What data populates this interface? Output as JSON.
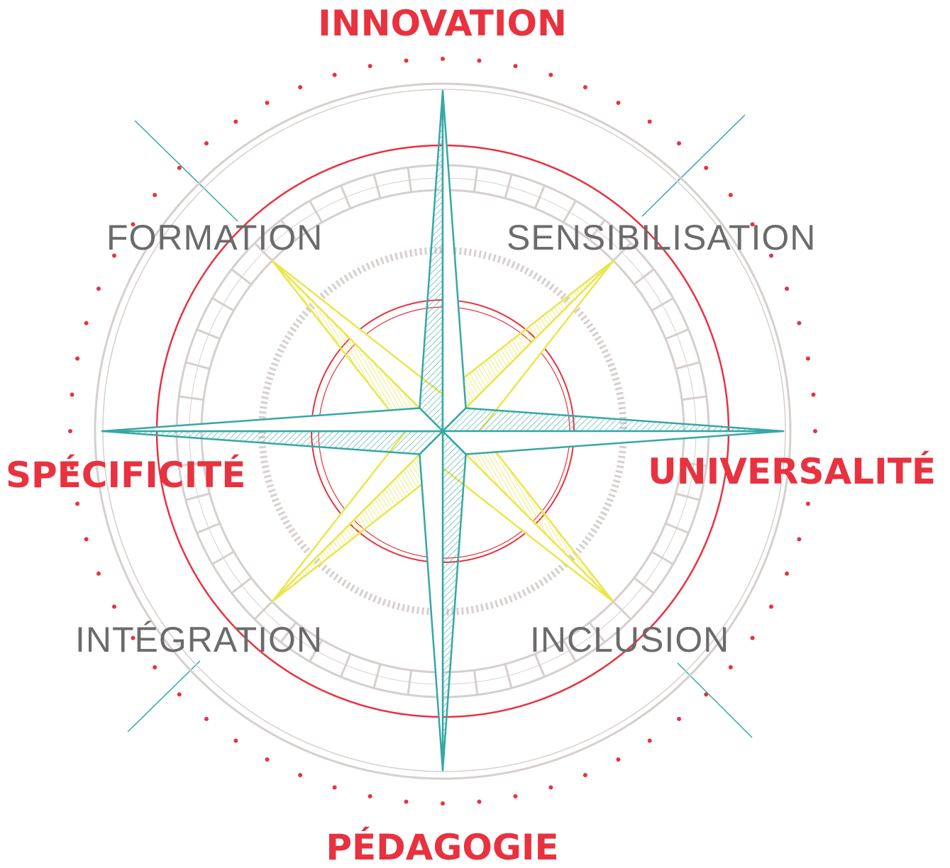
{
  "colors": {
    "red": "#e8323f",
    "teal": "#35a8a5",
    "yellow": "#e9e64c",
    "gray_ring": "#d6cfcd",
    "gray_text": "#6b6b6b"
  },
  "cardinals": {
    "north": "INNOVATION",
    "south": "PÉDAGOGIE",
    "west": "SPÉCIFICITÉ",
    "east": "UNIVERSALITÉ"
  },
  "intercardinals": {
    "northwest": "FORMATION",
    "northeast": "SENSIBILISATION",
    "southwest": "INTÉGRATION",
    "southeast": "INCLUSION"
  },
  "icons": [
    "compass-rose-icon"
  ]
}
